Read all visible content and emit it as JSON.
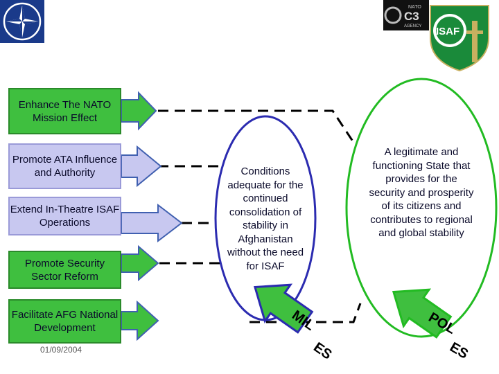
{
  "objectives": [
    {
      "label": "Enhance The NATO Mission Effect",
      "style": "green"
    },
    {
      "label": "Promote ATA Influence and Authority",
      "style": "lav"
    },
    {
      "label": "Extend In-Theatre ISAF Operations",
      "style": "lav"
    },
    {
      "label": "Promote Security Sector Reform",
      "style": "green"
    },
    {
      "label": "Facilitate AFG National Development",
      "style": "green"
    }
  ],
  "conditions_text": "Conditions adequate for the continued consolidation of stability in Afghanistan without the need for ISAF",
  "end_state_text": "A legitimate and functioning State that provides for the security and prosperity of its citizens and contributes to regional and global stability",
  "mil_label": "MIL",
  "mil_es_label": "ES",
  "pol_label": "POL",
  "pol_es_label": "ES",
  "date": "01/09/2004",
  "logos": {
    "nato": "nato-compass-logo",
    "c3": "nato-c3-agency-logo",
    "c3_text_1": "NATO",
    "c3_text_2": "C3",
    "c3_text_3": "AGENCY",
    "isaf": "ISAF"
  },
  "colors": {
    "green": "#3fbf3f",
    "lavender": "#c8c8f0",
    "blue_oval": "#2b2bb0",
    "green_oval": "#22bb22"
  }
}
